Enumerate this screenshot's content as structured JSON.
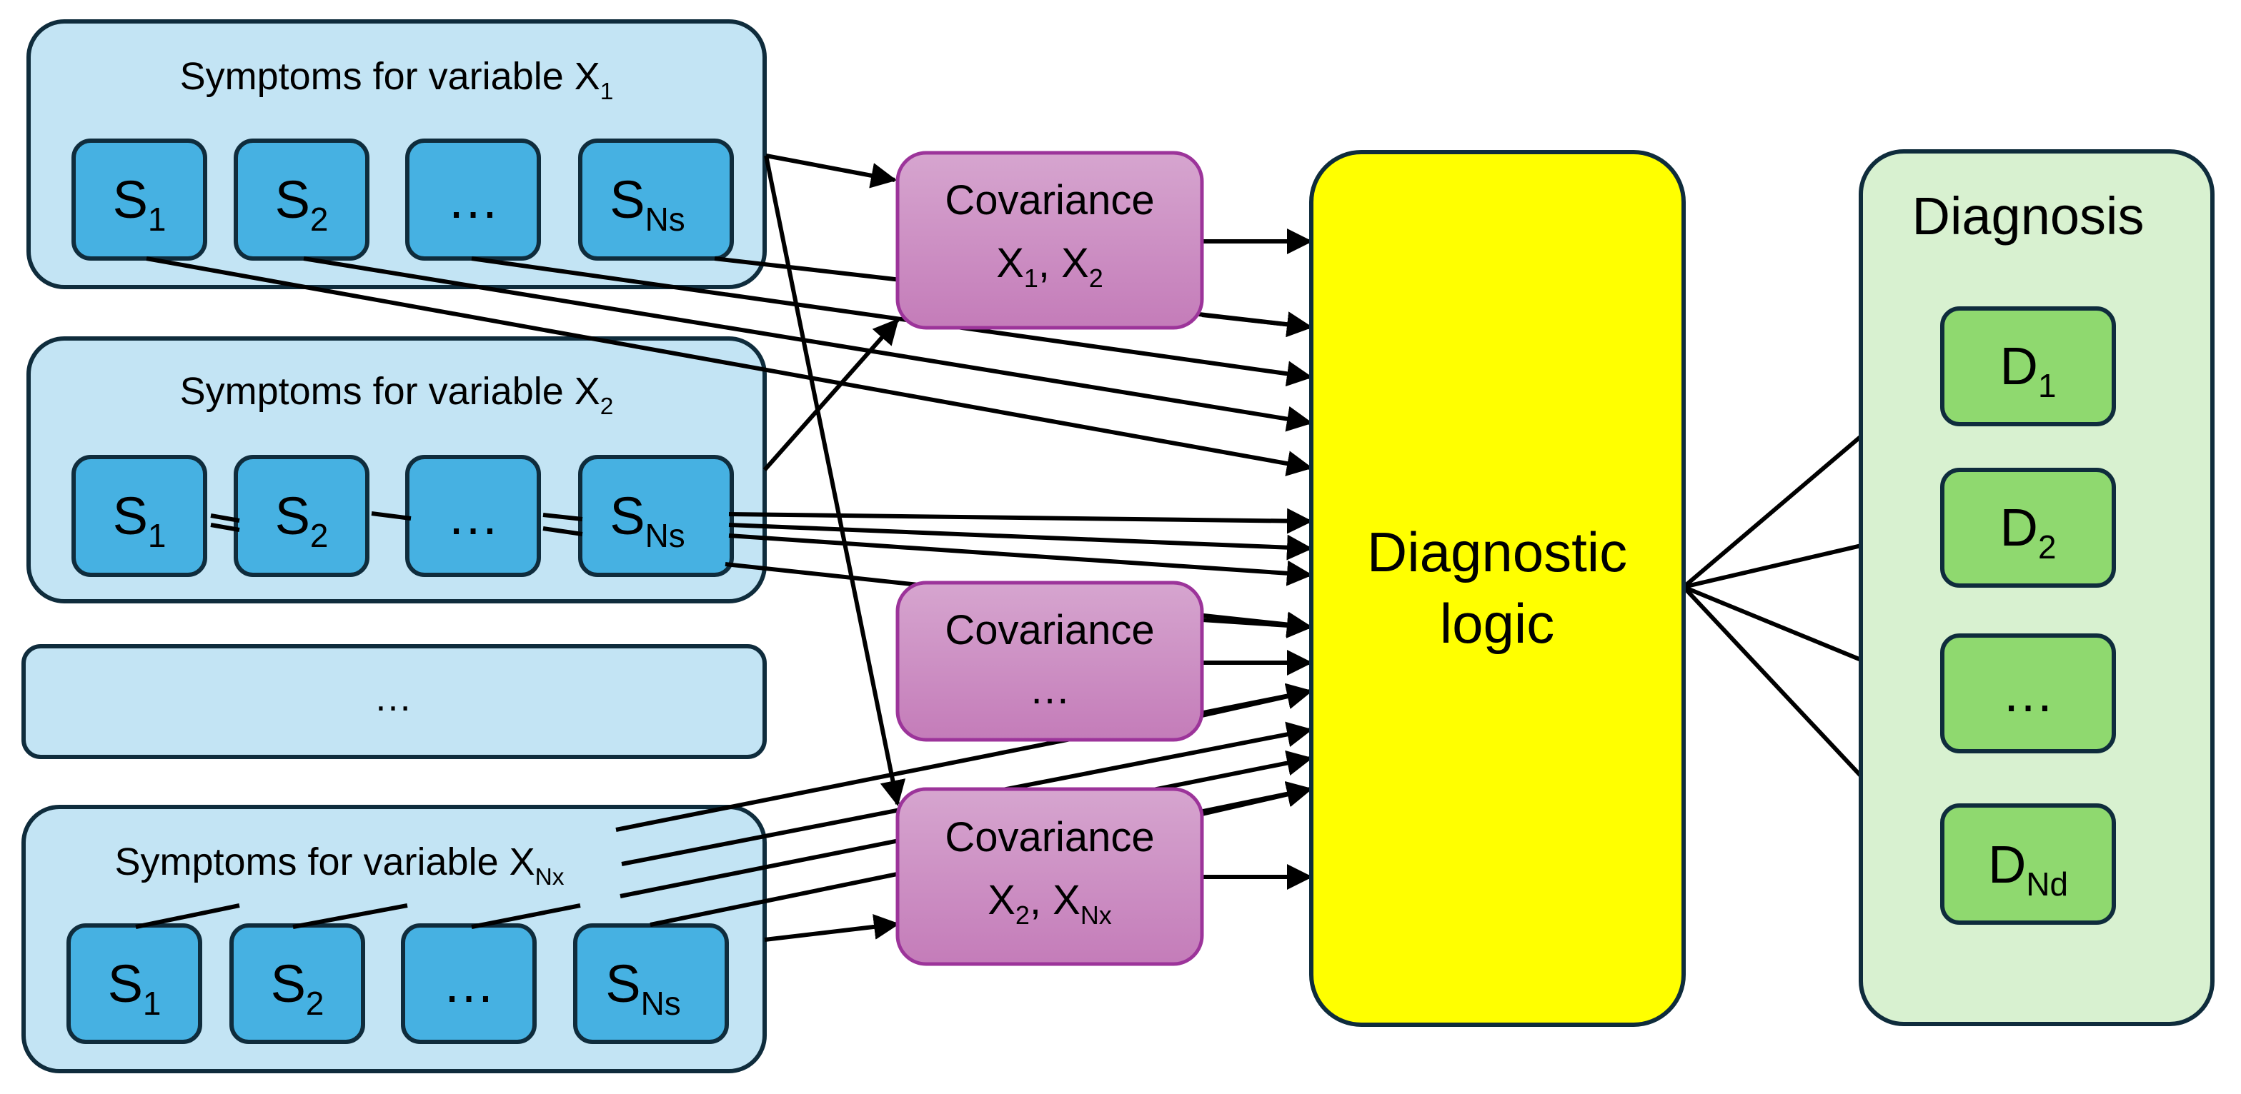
{
  "groups": [
    {
      "title_main": "Symptoms for variable X",
      "title_sub": "1",
      "symptoms": [
        {
          "main": "S",
          "sub": "1"
        },
        {
          "main": "S",
          "sub": "2"
        },
        {
          "main": "…",
          "sub": ""
        },
        {
          "main": "S",
          "sub": "Ns"
        }
      ]
    },
    {
      "title_main": "Symptoms for variable X",
      "title_sub": "2",
      "symptoms": [
        {
          "main": "S",
          "sub": "1"
        },
        {
          "main": "S",
          "sub": "2"
        },
        {
          "main": "…",
          "sub": ""
        },
        {
          "main": "S",
          "sub": "Ns"
        }
      ]
    },
    {
      "placeholder": "…"
    },
    {
      "title_main": "Symptoms for variable X",
      "title_sub": "Nx",
      "symptoms": [
        {
          "main": "S",
          "sub": "1"
        },
        {
          "main": "S",
          "sub": "2"
        },
        {
          "main": "…",
          "sub": ""
        },
        {
          "main": "S",
          "sub": "Ns"
        }
      ]
    }
  ],
  "covariances": [
    {
      "line1": "Covariance",
      "a_main": "X",
      "a_sub": "1",
      "sep": ", ",
      "b_main": "X",
      "b_sub": "2"
    },
    {
      "line1": "Covariance",
      "line2": "…"
    },
    {
      "line1": "Covariance",
      "a_main": "X",
      "a_sub": "2",
      "sep": ", ",
      "b_main": "X",
      "b_sub": "Nx"
    }
  ],
  "logic": {
    "line1": "Diagnostic",
    "line2": "logic"
  },
  "diagnosis": {
    "title": "Diagnosis",
    "items": [
      {
        "main": "D",
        "sub": "1"
      },
      {
        "main": "D",
        "sub": "2"
      },
      {
        "main": "…",
        "sub": ""
      },
      {
        "main": "D",
        "sub": "Nd"
      }
    ]
  },
  "colors": {
    "group_fill": "#c3e4f4",
    "symptom_fill": "#46b1e2",
    "covariance_fill": "#c47cb9",
    "covariance_stroke": "#9c349a",
    "logic_fill": "#ffff00",
    "diagnosis_group_fill": "#d8f1d0",
    "diagnosis_fill": "#8fd96f",
    "outline": "#0f2c3c"
  }
}
